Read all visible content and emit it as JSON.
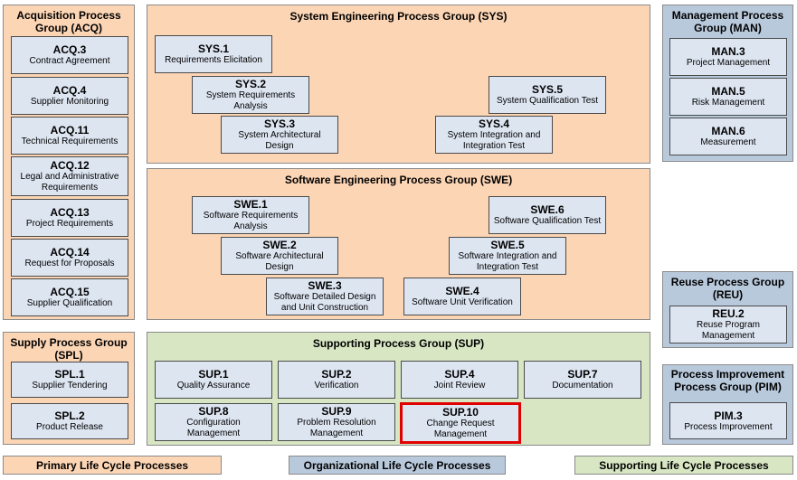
{
  "acq": {
    "title_1": "Acquisition Process",
    "title_2": "Group (ACQ)",
    "items": [
      {
        "id": "ACQ.3",
        "name": "Contract Agreement"
      },
      {
        "id": "ACQ.4",
        "name": "Supplier Monitoring"
      },
      {
        "id": "ACQ.11",
        "name": "Technical Requirements"
      },
      {
        "id": "ACQ.12",
        "name_1": "Legal and Administrative",
        "name_2": "Requirements"
      },
      {
        "id": "ACQ.13",
        "name": "Project Requirements"
      },
      {
        "id": "ACQ.14",
        "name": "Request for Proposals"
      },
      {
        "id": "ACQ.15",
        "name": "Supplier Qualification"
      }
    ]
  },
  "sys": {
    "title": "System Engineering Process Group (SYS)",
    "items": [
      {
        "id": "SYS.1",
        "name": "Requirements Elicitation"
      },
      {
        "id": "SYS.2",
        "name_1": "System Requirements",
        "name_2": "Analysis"
      },
      {
        "id": "SYS.3",
        "name_1": "System Architectural",
        "name_2": "Design"
      },
      {
        "id": "SYS.4",
        "name_1": "System Integration and",
        "name_2": "Integration Test"
      },
      {
        "id": "SYS.5",
        "name": "System Qualification Test"
      }
    ]
  },
  "swe": {
    "title": "Software Engineering Process Group (SWE)",
    "items": [
      {
        "id": "SWE.1",
        "name_1": "Software Requirements",
        "name_2": "Analysis"
      },
      {
        "id": "SWE.2",
        "name_1": "Software Architectural",
        "name_2": "Design"
      },
      {
        "id": "SWE.3",
        "name_1": "Software Detailed Design",
        "name_2": "and Unit Construction"
      },
      {
        "id": "SWE.4",
        "name": "Software Unit Verification"
      },
      {
        "id": "SWE.5",
        "name_1": "Software Integration and",
        "name_2": "Integration Test"
      },
      {
        "id": "SWE.6",
        "name": "Software Qualification Test"
      }
    ]
  },
  "man": {
    "title_1": "Management Process",
    "title_2": "Group (MAN)",
    "items": [
      {
        "id": "MAN.3",
        "name": "Project Management"
      },
      {
        "id": "MAN.5",
        "name": "Risk Management"
      },
      {
        "id": "MAN.6",
        "name": "Measurement"
      }
    ]
  },
  "reu": {
    "title_1": "Reuse Process Group",
    "title_2": "(REU)",
    "items": [
      {
        "id": "REU.2",
        "name_1": "Reuse Program",
        "name_2": "Management"
      }
    ]
  },
  "spl": {
    "title_1": "Supply Process Group",
    "title_2": "(SPL)",
    "items": [
      {
        "id": "SPL.1",
        "name": "Supplier Tendering"
      },
      {
        "id": "SPL.2",
        "name": "Product Release"
      }
    ]
  },
  "sup": {
    "title": "Supporting Process Group (SUP)",
    "items": [
      {
        "id": "SUP.1",
        "name": "Quality Assurance"
      },
      {
        "id": "SUP.2",
        "name": "Verification"
      },
      {
        "id": "SUP.4",
        "name": "Joint Review"
      },
      {
        "id": "SUP.7",
        "name": "Documentation"
      },
      {
        "id": "SUP.8",
        "name_1": "Configuration",
        "name_2": "Management"
      },
      {
        "id": "SUP.9",
        "name_1": "Problem Resolution",
        "name_2": "Management"
      },
      {
        "id": "SUP.10",
        "name_1": "Change Request",
        "name_2": "Management"
      }
    ]
  },
  "pim": {
    "title_1": "Process Improvement",
    "title_2": "Process Group (PIM)",
    "items": [
      {
        "id": "PIM.3",
        "name": "Process Improvement"
      }
    ]
  },
  "legend": {
    "primary": "Primary Life Cycle Processes",
    "organizational": "Organizational Life Cycle Processes",
    "supporting": "Supporting Life Cycle Processes"
  },
  "colors": {
    "primary": "#fcd5b5",
    "organizational": "#b9c9dc",
    "supporting": "#d8e6c3",
    "process_box": "#dde5f1",
    "highlight": "#e00000"
  }
}
